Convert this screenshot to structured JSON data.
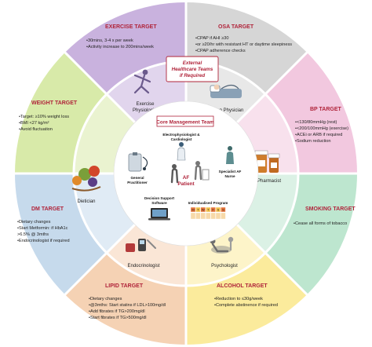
{
  "colors": {
    "exercise": "#c9b2de",
    "osa": "#d6d6d6",
    "bp": "#f2c8df",
    "smoking": "#bde6cf",
    "alcohol": "#fbeb9c",
    "lipid": "#f5d2b4",
    "dm": "#c6daec",
    "weight": "#d8eaa9",
    "accent": "#b0243a",
    "divider": "#ffffff"
  },
  "targets": [
    {
      "key": "exercise",
      "title": "EXERCISE TARGET",
      "lines": [
        "•30mins, 3-4 x per week",
        "•Activity increase to 200mins/week"
      ]
    },
    {
      "key": "osa",
      "title": "OSA TARGET",
      "lines": [
        "•CPAP if AHI ≥30",
        "•or ≥20/hr with resistant HT or daytime sleepiness",
        "•CPAP adherence checks"
      ]
    },
    {
      "key": "bp",
      "title": "BP TARGET",
      "lines": [
        "•<130/80mmHg (rest)",
        "•<200/100mmHg (exercise)",
        "•ACEi or ARB if required",
        "•Sodium reduction"
      ]
    },
    {
      "key": "smoking",
      "title": "SMOKING TARGET",
      "lines": [
        "•Cease all forms of tobacco"
      ]
    },
    {
      "key": "alcohol",
      "title": "ALCOHOL TARGET",
      "lines": [
        "•Reduction to ≤30g/week",
        "•Complete abstinence if required"
      ]
    },
    {
      "key": "lipid",
      "title": "LIPID TARGET",
      "lines": [
        "•Dietary changes",
        "•@3mths: Start statins if LDL>100mg/dl",
        "•Add fibrates if TG>200mg/dl",
        "•Start fibrates if TG>500mg/dl"
      ]
    },
    {
      "key": "dm",
      "title": "DM TARGET",
      "lines": [
        "•Dietary changes",
        "•Start Metformin: if HbA1c",
        ">6.5% @ 3mths",
        "•Endocrinologist if required"
      ]
    },
    {
      "key": "weight",
      "title": "WEIGHT TARGET",
      "lines": [
        "•Target: ≥10% weight loss",
        "•BMI <27 kg/m²",
        "•Avoid fluctuation"
      ]
    }
  ],
  "professionals": {
    "exercise": [
      "Exercise",
      "Physiologist"
    ],
    "osa": [
      "Sleep Physician"
    ],
    "bp": [
      "Pharmacist"
    ],
    "alcohol": [
      "Psychologist"
    ],
    "lipid": [
      "Endocrinologist"
    ],
    "weight": [
      "Dietician"
    ]
  },
  "external_team": [
    "External",
    "Healthcare Teams",
    "if Required"
  ],
  "core": {
    "title": "Core Management Team",
    "af_patient": [
      "AF",
      "Patient"
    ],
    "members": {
      "ep": [
        "Electrophysiologist &",
        "Cardiologist"
      ],
      "gp": [
        "General",
        "Practitioner"
      ],
      "nurse": [
        "Specialist AF",
        "Nurse"
      ],
      "dss": [
        "Decision Support",
        "Software"
      ],
      "program": [
        "Individualised Program"
      ]
    },
    "week_days": [
      "M",
      "T",
      "W",
      "T",
      "F",
      "S",
      "S"
    ]
  }
}
